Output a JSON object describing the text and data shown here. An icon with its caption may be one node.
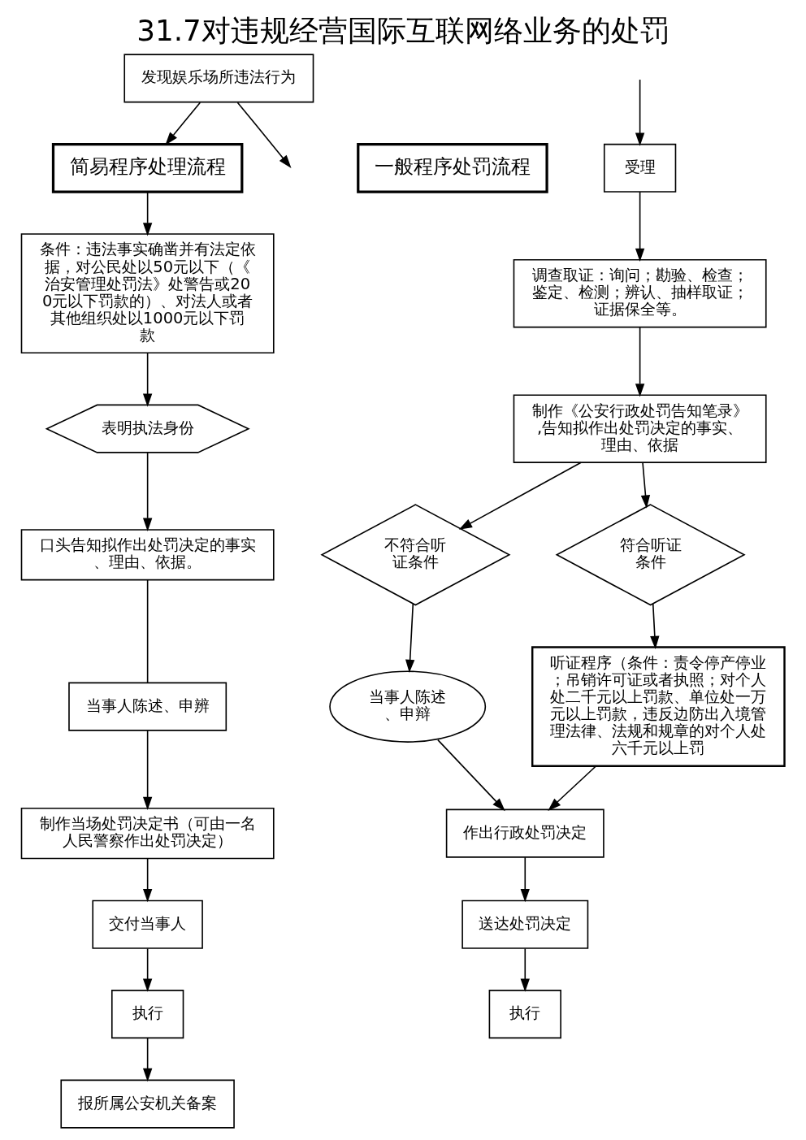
{
  "diagram": {
    "title": "31.7对违规经营国际互联网络业务的处罚",
    "nodes": [
      {
        "text": [
          "发现娱乐场所违法行为"
        ]
      },
      {
        "text": [
          "简易程序处理流程"
        ]
      },
      {
        "text": [
          "一般程序处罚流程"
        ]
      },
      {
        "text": [
          "受理"
        ]
      },
      {
        "text": [
          "条件：违法事实确凿并有法定依据，对公民处以50元以下（《治安管理处罚法》处警告或200元以下罚款的）、对法人或者其他组织处以1000元以下罚款"
        ]
      },
      {
        "text": [
          "调查取证：询问；勘验、检查；鉴定、检测；辨认、抽样取证；证据保全等。"
        ]
      },
      {
        "text": [
          "表明执法身份"
        ]
      },
      {
        "text": [
          "制作《公安行政处罚告知笔录》,告知拟作出处罚决定的事实、理由、依据"
        ]
      },
      {
        "text": [
          "不符合听证条件"
        ]
      },
      {
        "text": [
          "符合听证条件"
        ]
      },
      {
        "text": [
          "口头告知拟作出处罚决定的事实、理由、依据。"
        ]
      },
      {
        "text": [
          "当事人陈述、申辨"
        ]
      },
      {
        "text": [
          "听证程序（条件：责令停产停业；吊销许可证或者执照；对个人处二千元以上罚款、单位处一万元以上罚款，违反边防出入境管理法律、法规和规章的对个人处六千元以上罚"
        ]
      },
      {
        "text": [
          "制作当场处罚决定书（可由一名人民警察作出处罚决定）"
        ]
      },
      {
        "text": [
          "当事人陈述、申辩"
        ]
      },
      {
        "text": [
          "交付当事人"
        ]
      },
      {
        "text": [
          "作出行政处罚决定"
        ]
      },
      {
        "text": [
          "执行"
        ]
      },
      {
        "text": [
          "送达处罚决定"
        ]
      },
      {
        "text": [
          "报所属公安机关备案"
        ]
      },
      {
        "text": [
          "执行"
        ]
      }
    ],
    "edges": [
      {
        "from": 0,
        "to": 1,
        "arrow": "to"
      },
      {
        "from": 0,
        "to": null,
        "arrow": "to"
      },
      {
        "from": null,
        "to": 3,
        "arrow": "to"
      },
      {
        "from": 1,
        "to": 4,
        "arrow": "to"
      },
      {
        "from": 4,
        "to": 6,
        "arrow": "to"
      },
      {
        "from": 6,
        "to": 10,
        "arrow": "to"
      },
      {
        "from": 10,
        "to": 11,
        "arrow": "none"
      },
      {
        "from": 11,
        "to": 13,
        "arrow": "to"
      },
      {
        "from": 13,
        "to": 15,
        "arrow": "to"
      },
      {
        "from": 15,
        "to": 17,
        "arrow": "to"
      },
      {
        "from": 17,
        "to": 19,
        "arrow": "to"
      },
      {
        "from": 3,
        "to": 5,
        "arrow": "to"
      },
      {
        "from": 5,
        "to": 7,
        "arrow": "to"
      },
      {
        "from": 7,
        "to": 8,
        "arrow": "to"
      },
      {
        "from": 7,
        "to": 9,
        "arrow": "to"
      },
      {
        "from": 8,
        "to": 14,
        "arrow": "to"
      },
      {
        "from": 14,
        "to": 16,
        "arrow": "to"
      },
      {
        "from": 9,
        "to": 12,
        "arrow": "to"
      },
      {
        "from": 12,
        "to": 16,
        "arrow": "to"
      },
      {
        "from": 16,
        "to": 18,
        "arrow": "to"
      },
      {
        "from": 18,
        "to": 20,
        "arrow": "to"
      }
    ]
  }
}
